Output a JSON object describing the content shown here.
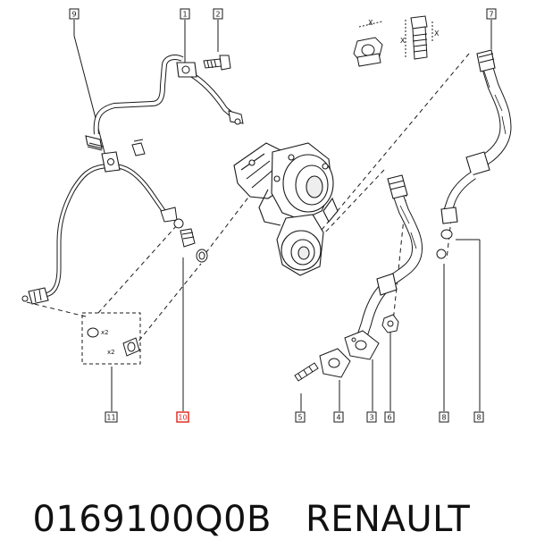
{
  "callouts": [
    {
      "id": "c9",
      "label": "9",
      "highlight": false
    },
    {
      "id": "c1",
      "label": "1",
      "highlight": false
    },
    {
      "id": "c2",
      "label": "2",
      "highlight": false
    },
    {
      "id": "c7",
      "label": "7",
      "highlight": false
    },
    {
      "id": "c11",
      "label": "11",
      "highlight": false
    },
    {
      "id": "c10",
      "label": "10",
      "highlight": true
    },
    {
      "id": "c5",
      "label": "5",
      "highlight": false
    },
    {
      "id": "c4",
      "label": "4",
      "highlight": false
    },
    {
      "id": "c3",
      "label": "3",
      "highlight": false
    },
    {
      "id": "c6",
      "label": "6",
      "highlight": false
    },
    {
      "id": "c8a",
      "label": "8",
      "highlight": false
    },
    {
      "id": "c8b",
      "label": "8",
      "highlight": false
    }
  ],
  "quantities": {
    "oring_qty": "x2",
    "washer_qty": "x2"
  },
  "dimension_marks": {
    "a": "X",
    "b": "X",
    "c": "X"
  },
  "caption": {
    "part_number": "0169100Q0B",
    "brand": "RENAULT"
  },
  "colors": {
    "line": "#1a1a1a",
    "highlight": "#e2231a",
    "background": "#ffffff"
  }
}
